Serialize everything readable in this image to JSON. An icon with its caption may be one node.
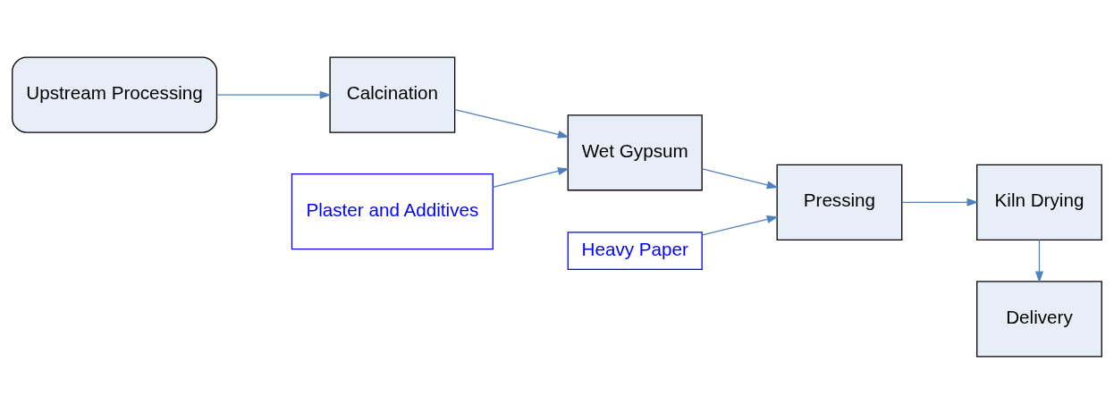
{
  "diagram": {
    "nodes": [
      {
        "text": [
          "Upstream Processing"
        ]
      },
      {
        "text": [
          "Calcination"
        ]
      },
      {
        "text": [
          "Plaster and Additives"
        ]
      },
      {
        "text": [
          "Wet Gypsum"
        ]
      },
      {
        "text": [
          "Heavy Paper"
        ]
      },
      {
        "text": [
          "Pressing"
        ]
      },
      {
        "text": [
          "Kiln Drying"
        ]
      },
      {
        "text": [
          "Delivery"
        ]
      }
    ],
    "edges": [
      {
        "from": 0,
        "to": 1,
        "arrow": "to"
      },
      {
        "from": 1,
        "to": 3,
        "arrow": "to"
      },
      {
        "from": 2,
        "to": 3,
        "arrow": "to"
      },
      {
        "from": 3,
        "to": 5,
        "arrow": "to"
      },
      {
        "from": 4,
        "to": 5,
        "arrow": "to"
      },
      {
        "from": 5,
        "to": 6,
        "arrow": "to"
      },
      {
        "from": 6,
        "to": 7,
        "arrow": "to"
      }
    ]
  }
}
